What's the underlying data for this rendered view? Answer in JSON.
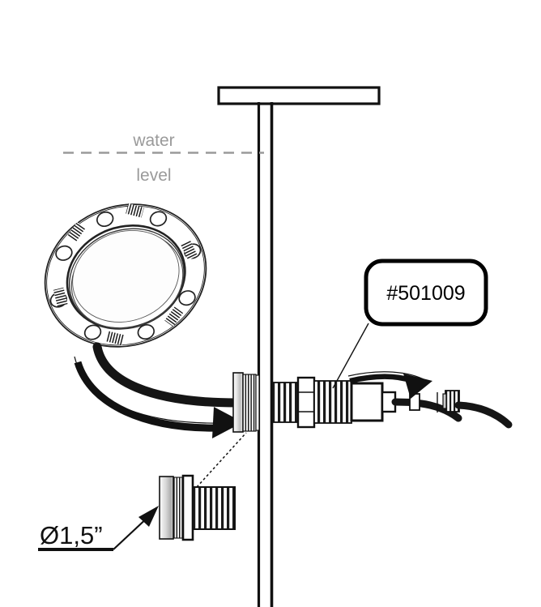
{
  "figure": {
    "type": "technical-illustration",
    "subject": "pool-wall-light-through-fitting-installation",
    "background_color": "#ffffff",
    "line_color": "#1a1a1a",
    "annotation_gray": "#9a9a9a"
  },
  "labels": {
    "water_line_1": "water",
    "water_line_2": "level",
    "part_number": "#501009",
    "diameter": "Ø1,5”"
  },
  "parts": {
    "coping": "pool-coping-cap",
    "wall": "pool-wall",
    "light": "underwater-light-fixture-flange",
    "light_bolt_holes": 8,
    "fitting": "through-wall-conduit-fitting",
    "detail_fitting": "threaded-bulkhead-fitting-detail",
    "cable": "light-power-cable",
    "connector": "cable-connector",
    "cable_nut": "cable-gland-nut"
  },
  "arrows": {
    "install_cable": "curved-arrow-light-to-fitting",
    "route_cable": "curved-arrow-cable-exit-right"
  },
  "leaders": {
    "part_number_leader": "callout-to-connector",
    "diameter_leader": "dimension-to-detail-fitting",
    "detail_leader": "detail-fitting-to-wall-fitting"
  }
}
